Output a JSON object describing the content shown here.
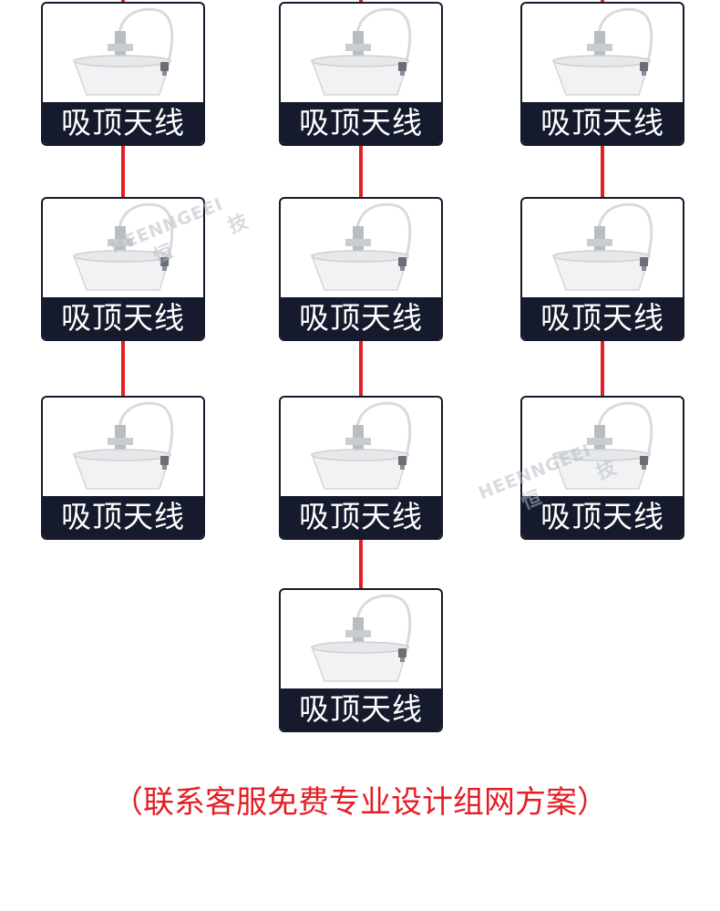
{
  "diagram": {
    "node_label": "吸顶天线",
    "node_icon": "ceiling-antenna-icon",
    "line_color": "#e31e25",
    "label_bg_color": "#151a2c",
    "columns": [
      {
        "name": "left",
        "nodes": 3
      },
      {
        "name": "center",
        "nodes": 4
      },
      {
        "name": "right",
        "nodes": 3
      }
    ]
  },
  "watermark": {
    "brand": "HEENNGEEI",
    "chinese": "恒 技"
  },
  "caption": "（联系客服免费专业设计组网方案）"
}
